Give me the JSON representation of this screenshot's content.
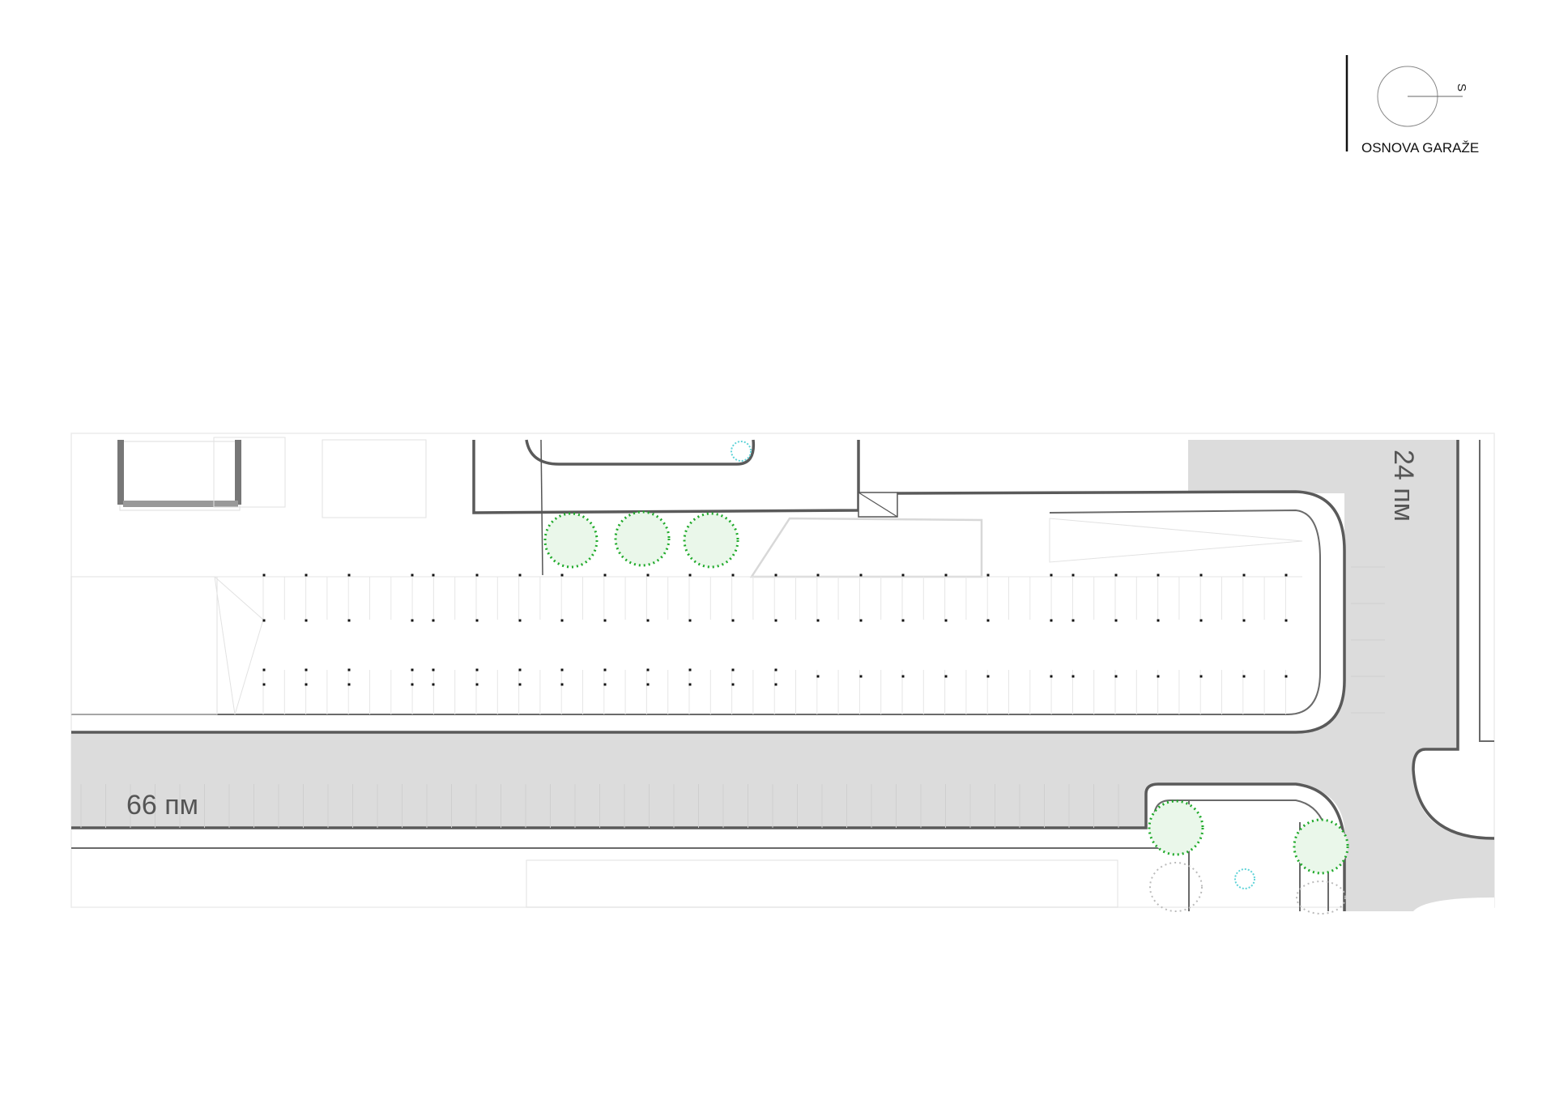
{
  "title_block": {
    "title": "OSNOVA GARAŽE",
    "north_letter": "S"
  },
  "plan": {
    "main_road_label": "66 пм",
    "side_road_label": "24 пм"
  },
  "colors": {
    "road": "#dcdcdc",
    "curb": "#5a5a5a",
    "tree": "#1faa2a",
    "shrub": "#5fd3d8"
  }
}
